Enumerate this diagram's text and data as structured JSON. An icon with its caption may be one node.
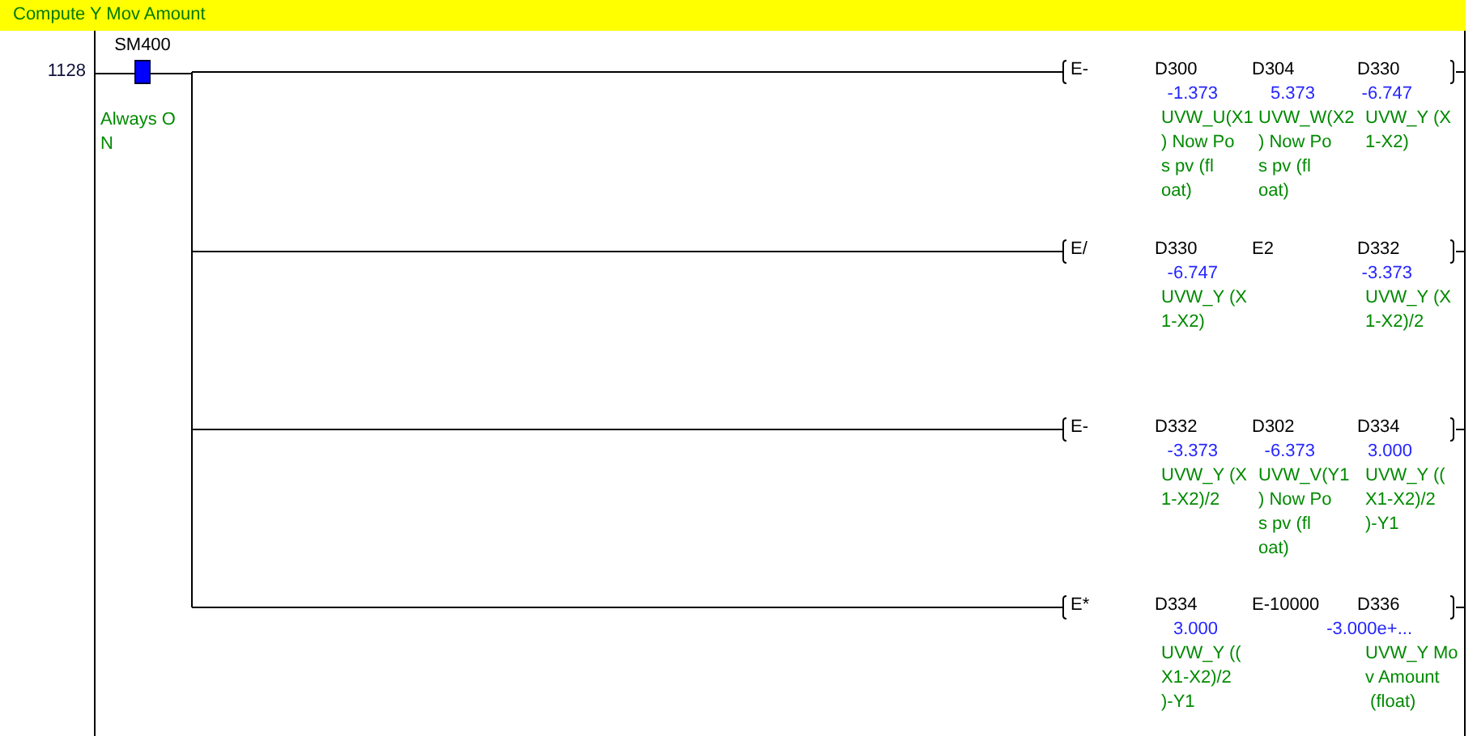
{
  "diagram": {
    "title": "Compute Y Mov Amount",
    "nodes": [
      {
        "text": [],
        "shape": "bar"
      },
      {
        "text": [
          "SM400"
        ]
      },
      {
        "text": [
          "E-"
        ]
      },
      {
        "text": [
          "D300",
          "-1.373",
          "UVW_U(X1) Now Pos pv (float)"
        ],
        "in": 2
      },
      {
        "text": [
          "D304",
          "5.373",
          "UVW_W(X2) Now Pos pv (float)"
        ],
        "in": 2
      },
      {
        "text": [
          "D330",
          "-6.747",
          "UVW_Y (X1-X2)"
        ],
        "in": 2
      },
      {
        "text": [
          "E/"
        ]
      },
      {
        "text": [
          "D330",
          "-6.747",
          "UVW_Y (X1-X2)"
        ],
        "in": 6
      },
      {
        "text": [
          "E2"
        ],
        "in": 6
      },
      {
        "text": [
          "D332",
          "-3.373",
          "UVW_Y (X1-X2)/2"
        ],
        "in": 6
      },
      {
        "text": [
          "E-"
        ]
      },
      {
        "text": [
          "D332",
          "-3.373",
          "UVW_Y (X1-X2)/2"
        ],
        "in": 10
      },
      {
        "text": [
          "D302",
          "-6.373",
          "UVW_V(Y1) Now Pos pv (float)"
        ],
        "in": 10
      },
      {
        "text": [
          "D334",
          "3.000",
          "UVW_Y ((X1-X2)/2)-Y1"
        ],
        "in": 10
      },
      {
        "text": [
          "E*"
        ]
      },
      {
        "text": [
          "D334",
          "3.000",
          "UVW_Y ((X1-X2)/2)-Y1"
        ],
        "in": 14
      },
      {
        "text": [
          "E-10000"
        ],
        "in": 14
      },
      {
        "text": [
          "D336",
          "-3.000e+...",
          "UVW_Y Mov Amount (float)"
        ],
        "in": 14
      },
      {
        "text": [],
        "shape": "bar"
      }
    ],
    "edges": [
      {
        "from": 0,
        "to": 1,
        "arrow": "none"
      },
      {
        "from": 1,
        "to": 2,
        "arrow": "none"
      },
      {
        "from": 1,
        "to": 6,
        "arrow": "none"
      },
      {
        "from": 1,
        "to": 10,
        "arrow": "none"
      },
      {
        "from": 1,
        "to": 14,
        "arrow": "none"
      },
      {
        "from": 2,
        "to": 18,
        "arrow": "none"
      },
      {
        "from": 6,
        "to": 18,
        "arrow": "none"
      },
      {
        "from": 10,
        "to": 18,
        "arrow": "none"
      },
      {
        "from": 14,
        "to": 18,
        "arrow": "none"
      }
    ],
    "labels": [
      "1128",
      "Always ON"
    ]
  }
}
